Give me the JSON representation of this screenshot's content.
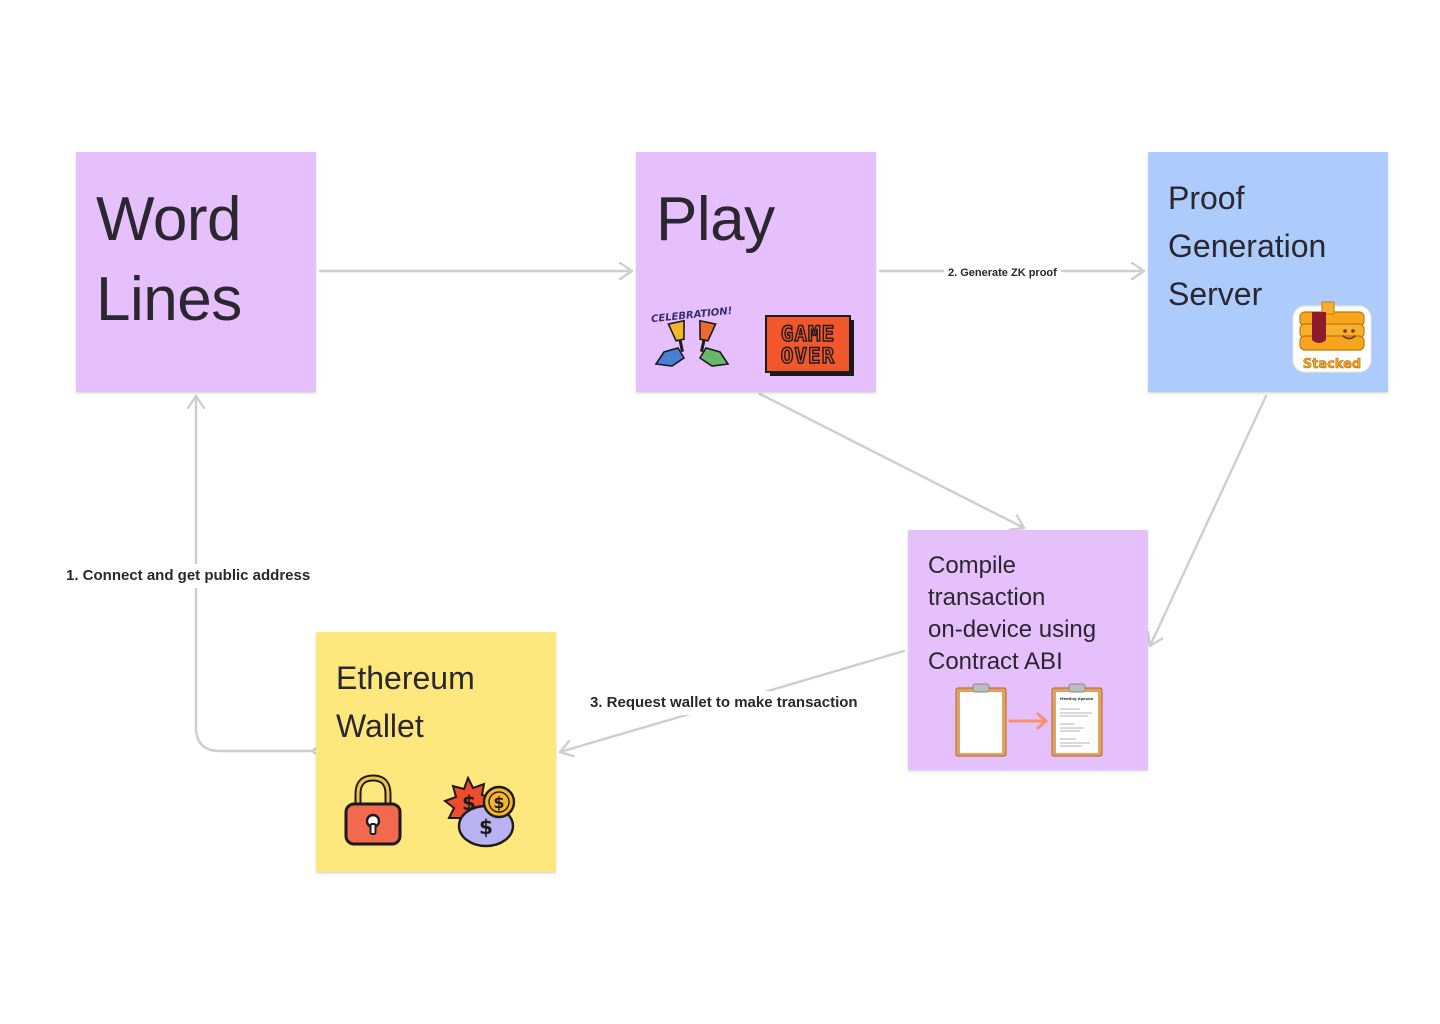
{
  "colors": {
    "purple_note": "#e6c0fc",
    "blue_note": "#adccfb",
    "yellow_note": "#fee77c",
    "connector": "#cfcdd2",
    "text": "#2a2730"
  },
  "nodes": {
    "word_lines": {
      "title": "Word\nLines"
    },
    "play": {
      "title": "Play"
    },
    "proof_server": {
      "title": "Proof\nGeneration\nServer"
    },
    "compile_tx": {
      "title": "Compile\ntransaction\non-device using\nContract ABI"
    },
    "wallet": {
      "title": "Ethereum\nWallet"
    }
  },
  "edges": {
    "connect_wallet": {
      "label": "1.  Connect and get public address"
    },
    "generate_proof": {
      "label": "2. Generate ZK proof"
    },
    "request_wallet": {
      "label": "3. Request wallet to make transaction"
    }
  },
  "stickers": {
    "celebration": {
      "icon": "celebration-toast-icon",
      "text": "CELEBRATION!"
    },
    "game_over": {
      "icon": "game-over-icon",
      "line1": "GAME",
      "line2": "OVER"
    },
    "stacked": {
      "icon": "stacked-waffle-icon",
      "text": "Stacked"
    },
    "lock": {
      "icon": "padlock-icon"
    },
    "coins": {
      "icon": "dollar-coins-icon",
      "symbol": "$"
    },
    "blank_clipboard": {
      "icon": "blank-clipboard-icon"
    },
    "filled_clipboard": {
      "icon": "filled-clipboard-icon",
      "heading": "Meeting Agenda"
    }
  }
}
